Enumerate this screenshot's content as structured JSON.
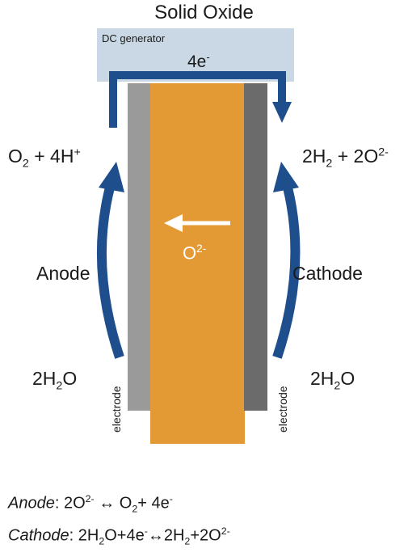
{
  "title": "Solid Oxide",
  "generator": {
    "label": "DC generator",
    "electron_flow": {
      "base": "4e",
      "sup": "-"
    }
  },
  "ion": {
    "base": "O",
    "sup": "2-"
  },
  "anode_side": {
    "label": "Anode",
    "product": {
      "a": "O",
      "a_sub": "2",
      "b": " + 4H",
      "b_sup": "+"
    },
    "reactant": {
      "a": "2H",
      "a_sub": "2",
      "b": "O"
    },
    "electrode_label": "electrode"
  },
  "cathode_side": {
    "label": "Cathode",
    "product": {
      "a": "2H",
      "a_sub": "2",
      "b": " + 2O",
      "b_sup": "2-"
    },
    "reactant": {
      "a": "2H",
      "a_sub": "2",
      "b": "O"
    },
    "electrode_label": "electrode"
  },
  "equations": {
    "anode": {
      "name": "Anode",
      "p1": ": 2O",
      "s1": "2-",
      "p2": " ↔ O",
      "s2": "2",
      "p3": "+ 4e",
      "s3": "-"
    },
    "cathode": {
      "name": "Cathode",
      "p1": ": 2H",
      "s1": "2",
      "p2": "O+4e",
      "s2": "-",
      "p3": "↔2H",
      "s3": "2",
      "p4": "+2O",
      "s4": "2-"
    }
  },
  "colors": {
    "arrow_blue": "#1f4e8c",
    "generator_box": "#c9d8e4",
    "electrolyte": "#e39a35",
    "anode_electrode": "#9a9a9a",
    "cathode_electrode": "#6b6b6b"
  }
}
